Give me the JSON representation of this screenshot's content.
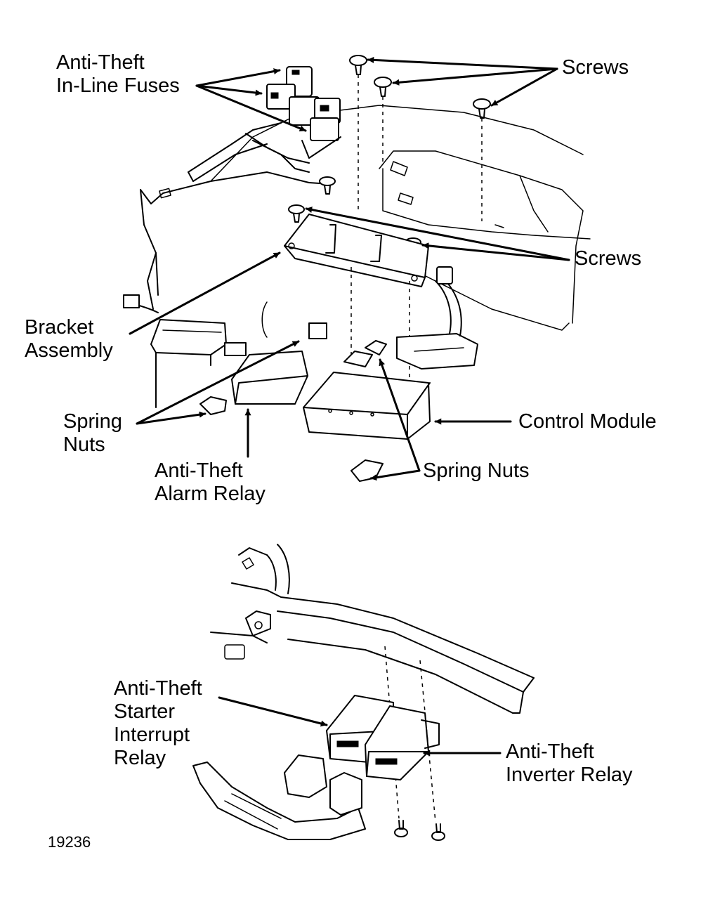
{
  "labels": {
    "inline_fuses": [
      "Anti-Theft",
      "In-Line Fuses"
    ],
    "screws_top": [
      "Screws"
    ],
    "screws_mid": [
      "Screws"
    ],
    "bracket_assembly": [
      "Bracket",
      "Assembly"
    ],
    "spring_nuts_left": [
      "Spring",
      "Nuts"
    ],
    "control_module": [
      "Control Module"
    ],
    "alarm_relay": [
      "Anti-Theft",
      "Alarm Relay"
    ],
    "spring_nuts_right": [
      "Spring Nuts"
    ],
    "starter_interrupt_relay": [
      "Anti-Theft",
      "Starter",
      "Interrupt",
      "Relay"
    ],
    "inverter_relay": [
      "Anti-Theft",
      "Inverter Relay"
    ]
  },
  "figure_number": "19236"
}
